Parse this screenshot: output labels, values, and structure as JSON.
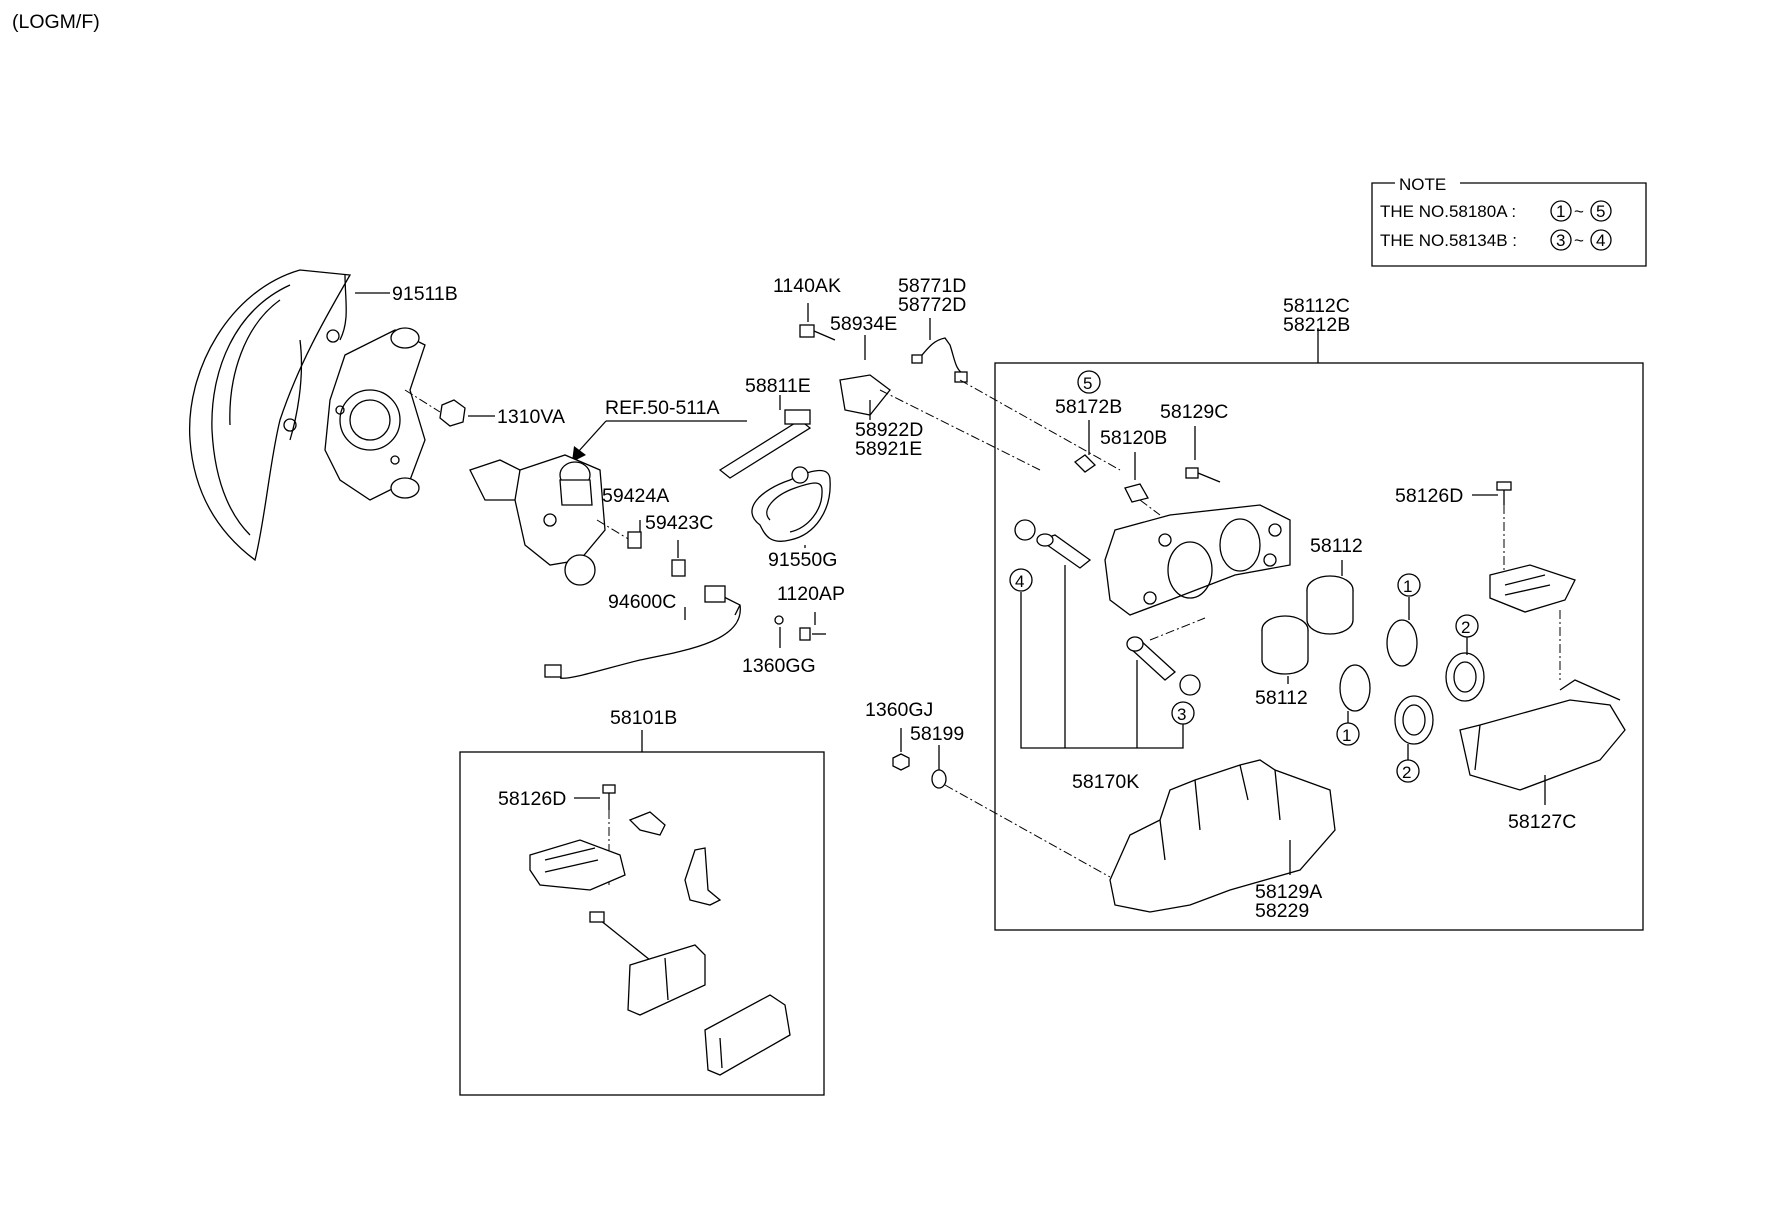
{
  "header": {
    "variant": "(LOGM/F)"
  },
  "note": {
    "title": "NOTE",
    "line1_prefix": "THE NO.58180A :",
    "line1_from": "1",
    "line1_to": "5",
    "line2_prefix": "THE NO.58134B :",
    "line2_from": "3",
    "line2_to": "4",
    "range_sep": "~"
  },
  "labels": {
    "p91511B": "91511B",
    "p1310VA": "1310VA",
    "ref": "REF.50-511A",
    "p59424A": "59424A",
    "p59423C": "59423C",
    "p94600C": "94600C",
    "p1120AP": "1120AP",
    "p1360GG": "1360GG",
    "p1140AK": "1140AK",
    "p58934E": "58934E",
    "p58771D": "58771D",
    "p58772D": "58772D",
    "p58811E": "58811E",
    "p58922D": "58922D",
    "p58921E": "58921E",
    "p91550G": "91550G",
    "p58112C": "58112C",
    "p58212B": "58212B",
    "p58172B": "58172B",
    "p58120B": "58120B",
    "p58129C": "58129C",
    "p58126D_a": "58126D",
    "p58112_a": "58112",
    "p58112_b": "58112",
    "p58170K": "58170K",
    "p58127C": "58127C",
    "p58129A": "58129A",
    "p58229": "58229",
    "p1360GJ": "1360GJ",
    "p58199": "58199",
    "p58101B": "58101B",
    "p58126D_b": "58126D"
  },
  "markers": {
    "m5": "5",
    "m4": "4",
    "m3": "3",
    "m1a": "1",
    "m1b": "1",
    "m2a": "2",
    "m2b": "2"
  }
}
